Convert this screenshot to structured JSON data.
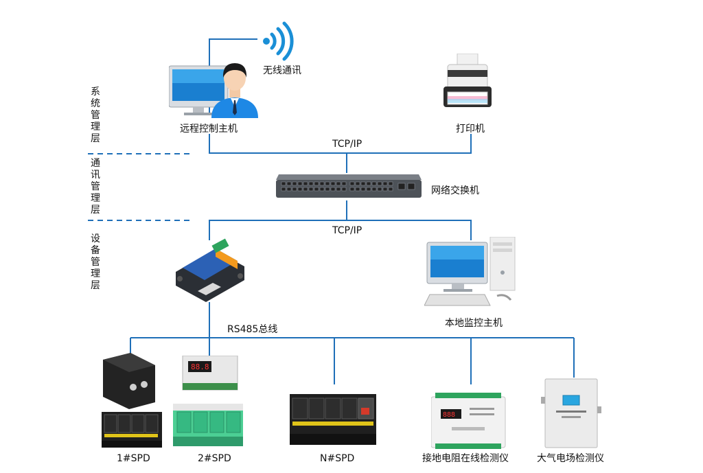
{
  "layers": {
    "system": "系统管理层",
    "comm": "通讯管理层",
    "device": "设备管理层"
  },
  "labels": {
    "wireless": "无线通讯",
    "remote_host": "远程控制主机",
    "printer": "打印机",
    "tcpip_top": "TCP/IP",
    "switch": "网络交换机",
    "tcpip_mid": "TCP/IP",
    "local_host": "本地监控主机",
    "rs485": "RS485总线",
    "spd1": "1#SPD",
    "spd2": "2#SPD",
    "spdn": "N#SPD",
    "ground_monitor": "接地电阻在线检测仪",
    "field_monitor": "大气电场检测仪"
  },
  "colors": {
    "bus_line": "#1e6fb8",
    "divider": "#1e6fb8",
    "spd_green": "#3fbf8a",
    "monitor_blue": "#29a6e0"
  }
}
